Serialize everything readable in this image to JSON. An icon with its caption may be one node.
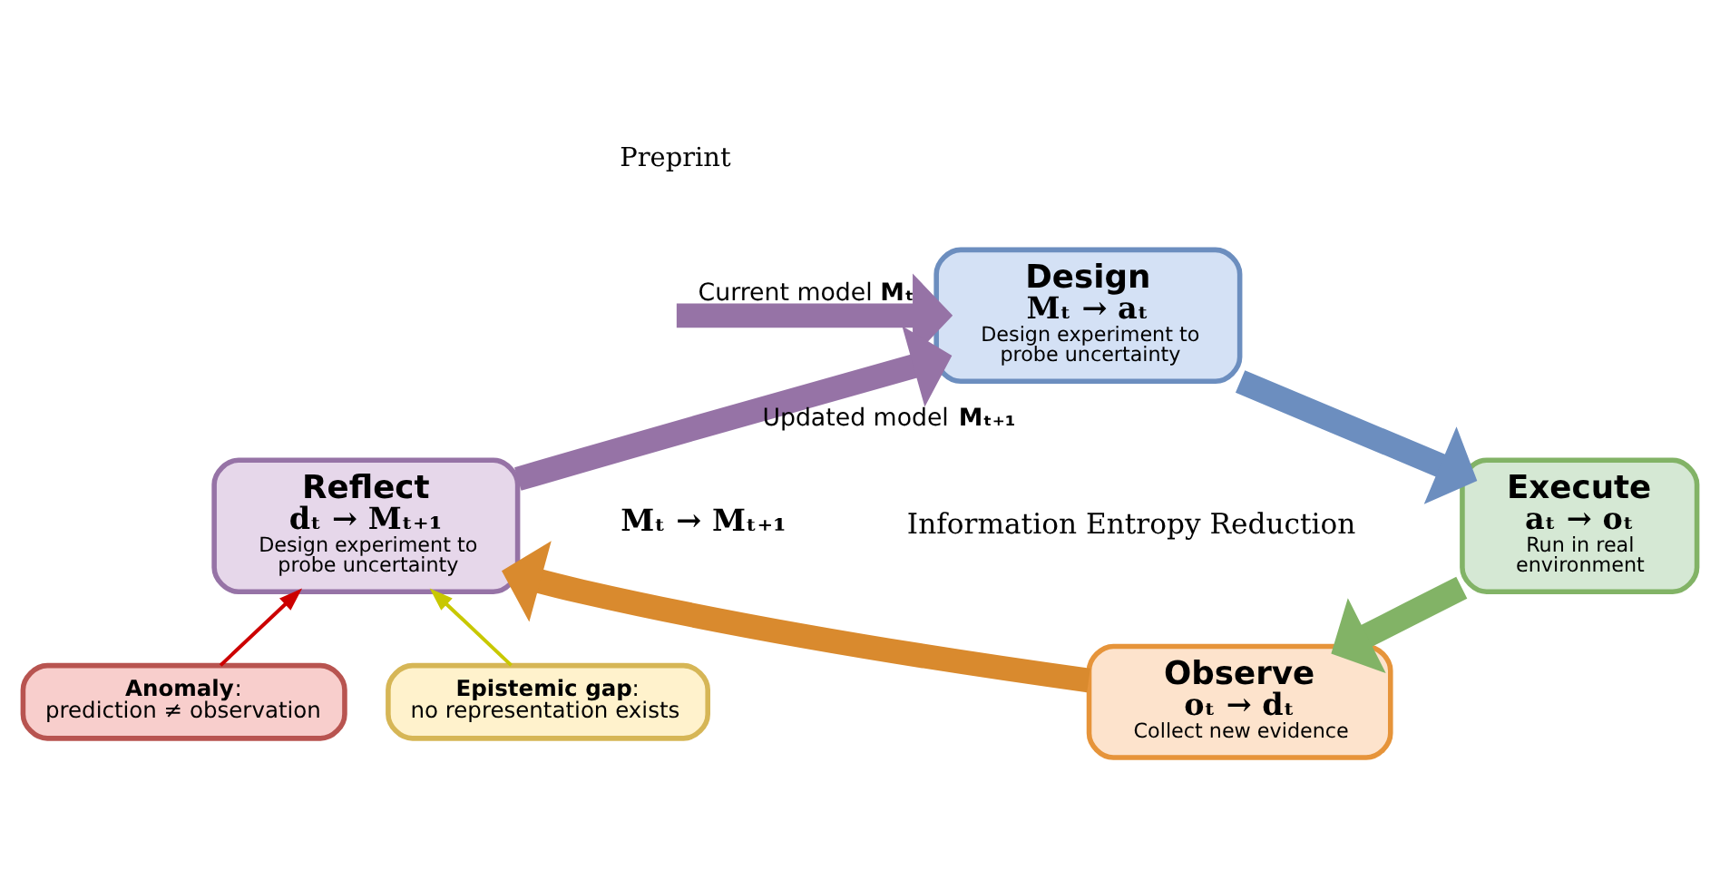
{
  "diagram": {
    "nodes": [
      {
        "text": [
          "Design",
          "Mₜ → aₜ",
          "Design experiment to probe uncertainty"
        ]
      },
      {
        "text": [
          "Execute",
          "aₜ → oₜ",
          "Run in real environment"
        ]
      },
      {
        "text": [
          "Observe",
          "oₜ → dₜ",
          "Collect new evidence"
        ]
      },
      {
        "text": [
          "Reflect",
          "dₜ → Mₜ₊₁",
          "Design experiment to probe uncertainty"
        ]
      },
      {
        "text": [
          "**Anomaly**:",
          "prediction ≠ observation"
        ]
      },
      {
        "text": [
          "**Epistemic gap**:",
          "no representation exists"
        ]
      }
    ],
    "edges": [
      {
        "from": null,
        "to": 0,
        "arrow": "to",
        "label": "Current model **Mₜ**",
        "color": "#9673a6"
      },
      {
        "from": 0,
        "to": 1,
        "arrow": "to",
        "color": "#6c8ebf"
      },
      {
        "from": 1,
        "to": 2,
        "arrow": "to",
        "color": "#82b366"
      },
      {
        "from": 2,
        "to": 3,
        "arrow": "to",
        "color": "#d98a2e"
      },
      {
        "from": 3,
        "to": 0,
        "arrow": "to",
        "label": "Updated model **Mₜ₊₁**",
        "color": "#9673a6"
      },
      {
        "from": 4,
        "to": 3,
        "arrow": "to",
        "color": "#cc0000"
      },
      {
        "from": 5,
        "to": 3,
        "arrow": "to",
        "color": "#c8c800"
      }
    ],
    "labels": [
      "Preprint",
      "Mₜ → Mₜ₊₁",
      "Information Entropy Reduction"
    ]
  }
}
